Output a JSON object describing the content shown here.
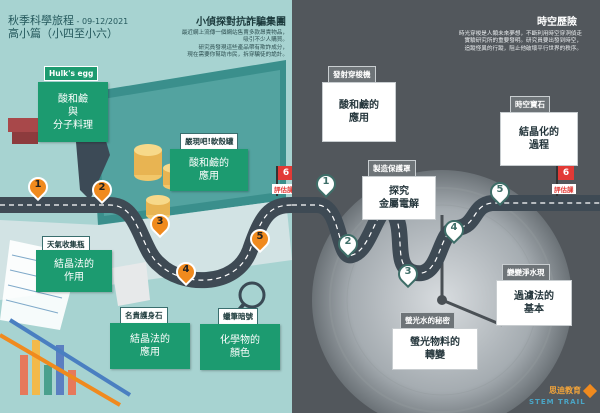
{
  "header": {
    "season_title": "秋季科學旅程",
    "date": " - 09-12/2021",
    "level": "高小篇（小四至小六）"
  },
  "left_section": {
    "title": "小偵探對抗詐騙集團",
    "intro": "最近網上流傳一個網站售賣多款昂貴物品，\n吸引不少人購買。\n研究員發現這些產品帶有欺詐成分，\n現在需要你幫助市民，拆穿騙徒的詭計。"
  },
  "right_section": {
    "title": "時空歷險",
    "intro": "時光穿梭是人類未來夢想，不斷利用時空穿洞偵走\n實驗研究所的重要發明。研究員要出發到時空，\n追蹤怪異的行蹤，阻止他破壞平行世界的秩序。"
  },
  "left_cards": [
    {
      "label": "Hulk's egg",
      "body": "酸和鹼\n與\n分子料理"
    },
    {
      "label": "嚴現吧!軟殼罐",
      "body": "酸和鹼的\n應用"
    },
    {
      "label": "天氣收集瓶",
      "body": "結晶法的\n作用"
    },
    {
      "label": "名貴護身石",
      "body": "結晶法的\n應用"
    },
    {
      "label": "蠟筆暗號",
      "body": "化學物的\n顏色"
    }
  ],
  "right_cards": [
    {
      "label": "發射穿梭機",
      "body": "酸和鹼的\n應用"
    },
    {
      "label": "製造保護罩",
      "body": "探究\n金屬電解"
    },
    {
      "label": "時空寶石",
      "body": "結晶化的\n過程"
    },
    {
      "label": "變變淨水現",
      "body": "過濾法的\n基本"
    },
    {
      "label": "螢光水的秘密",
      "body": "螢光物料的\n轉變"
    }
  ],
  "left_pins": [
    "1",
    "2",
    "3",
    "4",
    "5"
  ],
  "right_pins": [
    "1",
    "2",
    "3",
    "4",
    "5"
  ],
  "flags": [
    {
      "number": "6",
      "label": "評估課"
    },
    {
      "number": "6",
      "label": "評估課"
    }
  ],
  "logo": {
    "title": "思迪教育",
    "subtitle": "STEM TRAIL"
  },
  "colors": {
    "left_bg": "#a7d3d1",
    "right_bg": "#52575c",
    "accent_green": "#1c9b70",
    "pin_orange": "#f08a1e",
    "flag_red": "#e23a36"
  }
}
